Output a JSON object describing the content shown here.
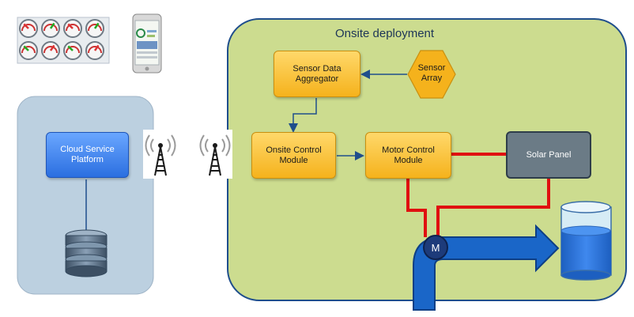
{
  "onsite": {
    "title": "Onsite deployment"
  },
  "nodes": {
    "cloud": "Cloud Service\nPlatform",
    "aggregator": "Sensor Data\nAggregator",
    "sensor_array": "Sensor\nArray",
    "onsite_control": "Onsite Control\nModule",
    "motor_control": "Motor Control\nModule",
    "solar_panel": "Solar Panel",
    "motor": "M"
  },
  "colors": {
    "onsite_bg": "#ccdc8f",
    "onsite_border": "#1f4e8c",
    "cloud_bg": "#bcd0e0",
    "orange": "#f5b21c",
    "blue": "#2b6fe0",
    "power_line": "#e01010",
    "pipe": "#1a66c8",
    "arrow": "#1f4e8c"
  },
  "icons": {
    "dashboard": "gauge-dashboard-icon",
    "phone": "smartphone-icon",
    "tower": "radio-tower-icon",
    "database": "database-icon",
    "tank": "water-tank-icon"
  }
}
